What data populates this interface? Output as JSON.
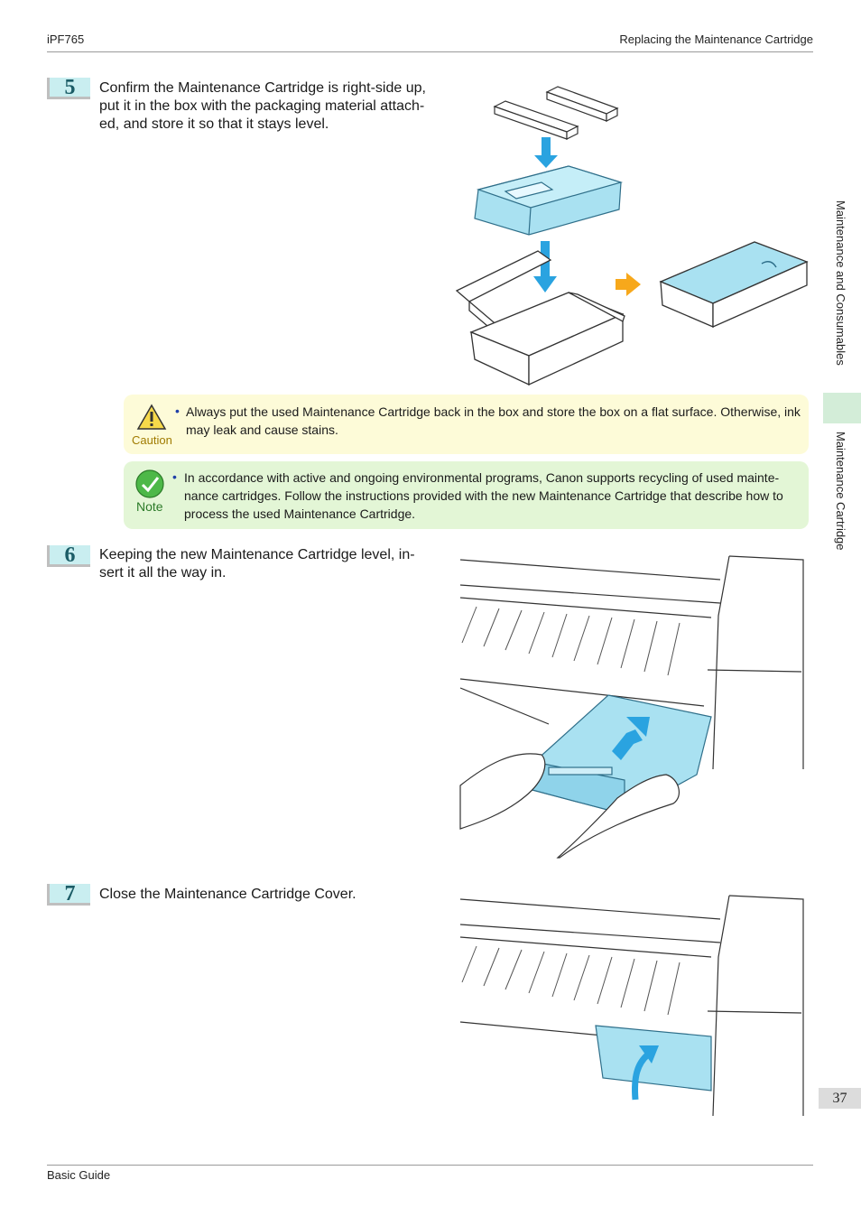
{
  "header": {
    "product": "iPF765",
    "section": "Replacing the Maintenance Cartridge"
  },
  "side_tabs": {
    "chapter": "Maintenance and Consumables",
    "topic": "Maintenance Cartridge"
  },
  "page_number": "37",
  "footer": {
    "guide": "Basic Guide"
  },
  "steps": [
    {
      "number": "5",
      "lines": [
        "Confirm the Maintenance Cartridge is right-side up,",
        "put it in the box with the packaging material attach-",
        "ed, and store it so that it stays level."
      ]
    },
    {
      "number": "6",
      "lines": [
        "Keeping the new Maintenance Cartridge level, in-",
        "sert it all the way in."
      ]
    },
    {
      "number": "7",
      "lines": [
        "Close the Maintenance Cartridge Cover."
      ]
    }
  ],
  "caution": {
    "label": "Caution",
    "bullet": "•",
    "lines": [
      "Always put the used Maintenance Cartridge back in the box and store the box on a flat surface. Otherwise, ink",
      "may leak and cause stains."
    ]
  },
  "note": {
    "label": "Note",
    "bullet": "•",
    "lines": [
      "In accordance with active and ongoing environmental programs, Canon supports recycling of used mainte-",
      "nance cartridges. Follow the instructions provided with the new Maintenance Cartridge that describe how to",
      "process the used Maintenance Cartridge."
    ]
  },
  "colors": {
    "cartridge": "#a9e1f1",
    "arrow_blue": "#2aa3e0",
    "arrow_orange": "#f7a81b",
    "caution_bg": "#fdfbd8",
    "note_bg": "#e3f6d6",
    "badge_bg": "#c9eef0",
    "side_tab_active": "#d3edd8"
  },
  "icons": {
    "caution": "warning-triangle-icon",
    "note": "note-check-icon"
  }
}
